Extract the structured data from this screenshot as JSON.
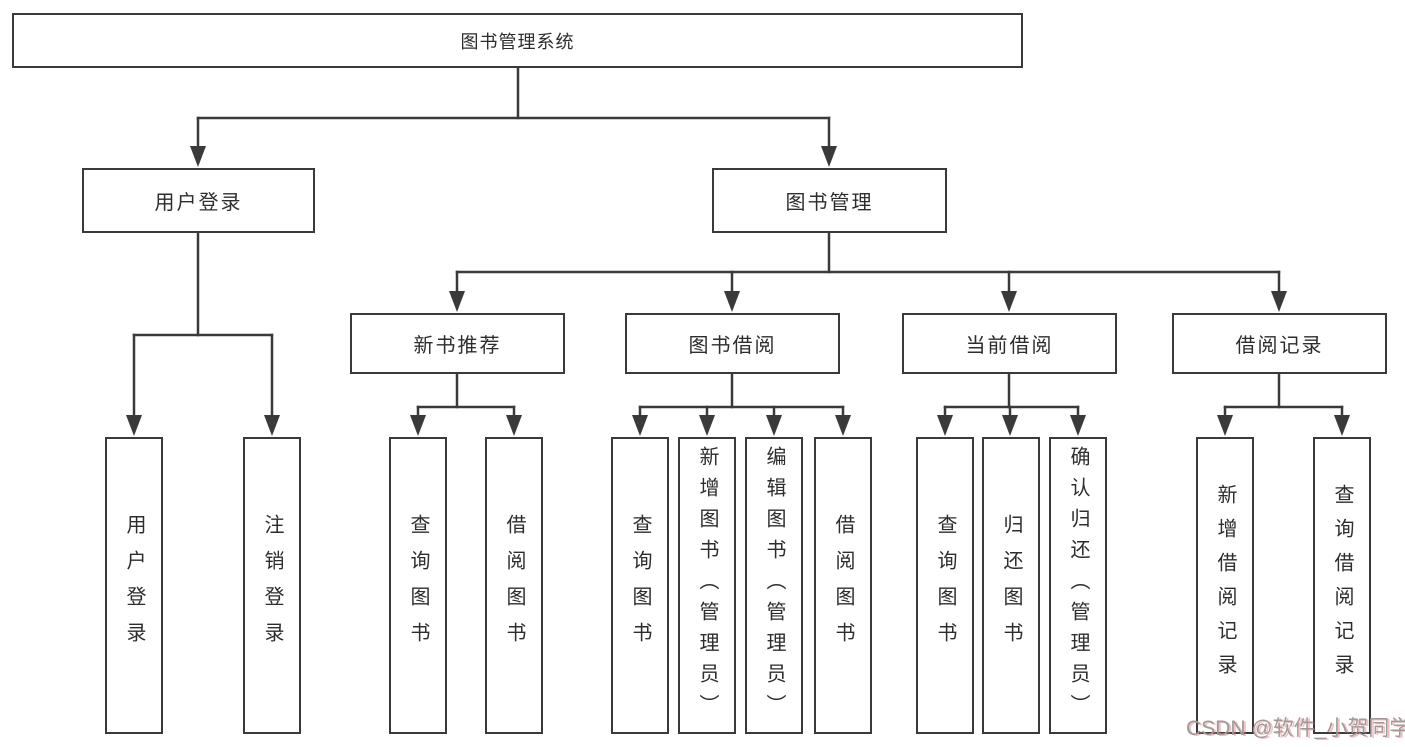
{
  "tree": {
    "root": {
      "label": "图书管理系统",
      "children": [
        {
          "label": "用户登录",
          "children": [
            {
              "label": "用户登录"
            },
            {
              "label": "注销登录"
            }
          ]
        },
        {
          "label": "图书管理",
          "children": [
            {
              "label": "新书推荐",
              "children": [
                {
                  "label": "查询图书"
                },
                {
                  "label": "借阅图书"
                }
              ]
            },
            {
              "label": "图书借阅",
              "children": [
                {
                  "label": "查询图书"
                },
                {
                  "label": "新增图书（管理员）"
                },
                {
                  "label": "编辑图书（管理员）"
                },
                {
                  "label": "借阅图书"
                }
              ]
            },
            {
              "label": "当前借阅",
              "children": [
                {
                  "label": "查询图书"
                },
                {
                  "label": "归还图书"
                },
                {
                  "label": "确认归还（管理员）"
                }
              ]
            },
            {
              "label": "借阅记录",
              "children": [
                {
                  "label": "新增借阅记录"
                },
                {
                  "label": "查询借阅记录"
                }
              ]
            }
          ]
        }
      ]
    }
  },
  "watermark": {
    "text": "CSDN @软件_小贺同学"
  },
  "colors": {
    "line": "#3a3a3a",
    "text": "#2d2d2d",
    "background": "#ffffff",
    "watermark": "#9b9b9b"
  }
}
